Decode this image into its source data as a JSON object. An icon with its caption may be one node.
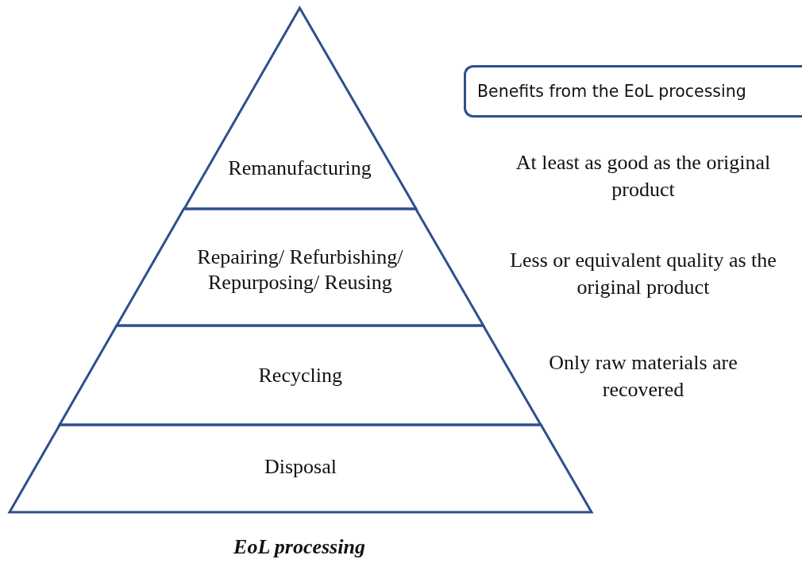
{
  "diagram": {
    "caption": "EoL processing",
    "nodes": [
      {
        "text": [
          "Remanufacturing"
        ]
      },
      {
        "text": [
          "Repairing/ Refurbishing/ Repurposing/ Reusing"
        ]
      },
      {
        "text": [
          "Recycling"
        ]
      },
      {
        "text": [
          "Disposal"
        ]
      },
      {
        "text": [
          "Benefits from the EoL processing"
        ]
      }
    ],
    "labels": [
      "At least as good as the original product",
      "Less or equivalent quality as the original product",
      "Only raw materials are recovered"
    ]
  }
}
